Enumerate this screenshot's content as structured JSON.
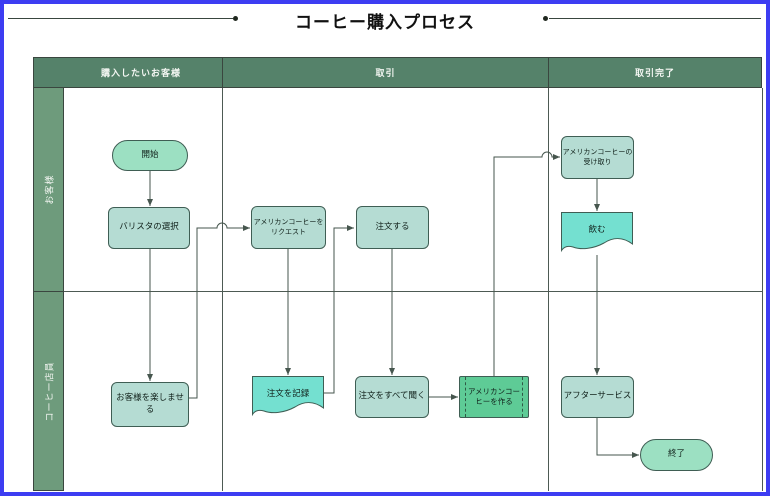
{
  "title": {
    "text": "コーヒー購入プロセス"
  },
  "lanes": {
    "columns": [
      {
        "label": "購入したいお客様"
      },
      {
        "label": "取引"
      },
      {
        "label": "取引完了"
      }
    ],
    "rows": [
      {
        "label": "お客様"
      },
      {
        "label": "コーヒー店員"
      }
    ]
  },
  "shapes": {
    "start": {
      "label": "開始",
      "type": "terminator"
    },
    "select_barista": {
      "label": "バリスタの選択",
      "type": "process"
    },
    "entertain_customer": {
      "label": "お客様を楽しませ\nる",
      "type": "process"
    },
    "request_coffee": {
      "label": "アメリカンコーヒーを\nリクエスト",
      "type": "process"
    },
    "place_order": {
      "label": "注文する",
      "type": "process"
    },
    "record_order": {
      "label": "注文を記録",
      "type": "document"
    },
    "listen_orders": {
      "label": "注文をすべて聞く",
      "type": "process"
    },
    "make_coffee": {
      "label": "アメリカンコー\nヒーを作る",
      "type": "subprocess"
    },
    "receive_coffee": {
      "label": "アメリカンコーヒーの\n受け取り",
      "type": "process"
    },
    "drink": {
      "label": "飲む",
      "type": "document"
    },
    "after_service": {
      "label": "アフターサービス",
      "type": "process"
    },
    "end": {
      "label": "終了",
      "type": "terminator"
    }
  },
  "flow": [
    {
      "from": "start",
      "to": "select_barista"
    },
    {
      "from": "select_barista",
      "to": "entertain_customer"
    },
    {
      "from": "entertain_customer",
      "to": "request_coffee"
    },
    {
      "from": "request_coffee",
      "to": "record_order"
    },
    {
      "from": "record_order",
      "to": "place_order"
    },
    {
      "from": "place_order",
      "to": "listen_orders"
    },
    {
      "from": "listen_orders",
      "to": "make_coffee"
    },
    {
      "from": "make_coffee",
      "to": "receive_coffee"
    },
    {
      "from": "receive_coffee",
      "to": "drink"
    },
    {
      "from": "drink",
      "to": "after_service"
    },
    {
      "from": "after_service",
      "to": "end"
    }
  ],
  "colors": {
    "frame_border": "#3d3df2",
    "lane_header_bg": "#55826a",
    "lane_label_bg": "#6e9b7c",
    "lane_text": "#f4f7f3",
    "grid_line": "#4d5a53",
    "shape_border": "#3f5e54",
    "process_fill": "#b5dcd3",
    "terminator_fill": "#9ce0c2",
    "document_fill": "#74e0d0",
    "subprocess_fill": "#5ecb96",
    "connector": "#46564e",
    "title_text": "#111111"
  }
}
